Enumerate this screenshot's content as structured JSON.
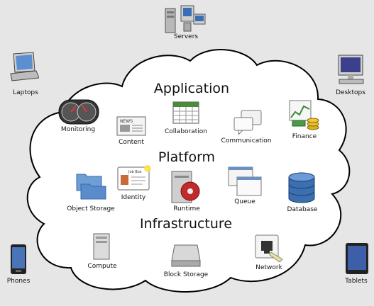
{
  "layers": {
    "application": "Application",
    "platform": "Platform",
    "infrastructure": "Infrastructure"
  },
  "clients": {
    "servers": "Servers",
    "laptops": "Laptops",
    "desktops": "Desktops",
    "phones": "Phones",
    "tablets": "Tablets"
  },
  "application_items": {
    "monitoring": "Monitoring",
    "content": "Content",
    "collaboration": "Collaboration",
    "communication": "Communication",
    "finance": "Finance"
  },
  "platform_items": {
    "object_storage": "Object Storage",
    "identity": "Identity",
    "runtime": "Runtime",
    "queue": "Queue",
    "database": "Database"
  },
  "infrastructure_items": {
    "compute": "Compute",
    "block_storage": "Block Storage",
    "network": "Network"
  },
  "icon_text": {
    "news": "NEWS",
    "job_box": "Job Box"
  },
  "colors": {
    "background": "#e6e6e6",
    "cloud_fill": "#ffffff",
    "cloud_stroke": "#000000"
  }
}
